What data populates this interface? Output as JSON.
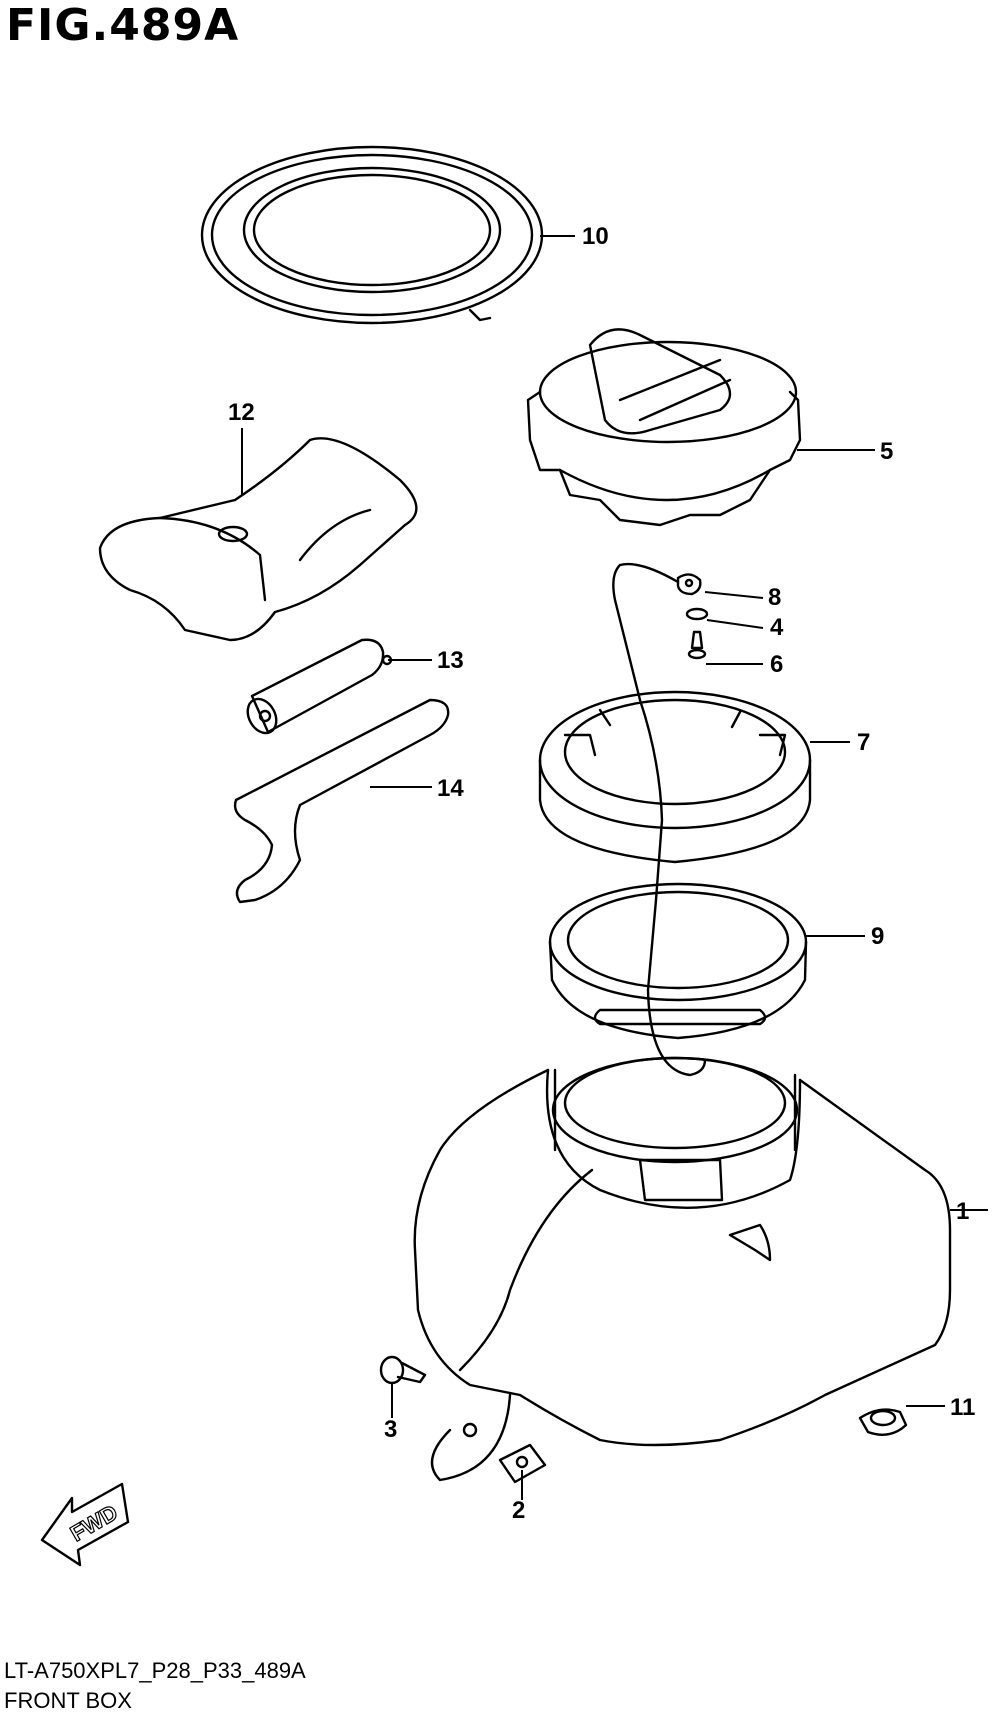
{
  "figure": {
    "title": "FIG.489A",
    "code": "LT-A750XPL7_P28_P33_489A",
    "name": "FRONT BOX"
  },
  "direction_marker": {
    "label": "FWD",
    "icon": "fwd-arrow-icon"
  },
  "callouts": {
    "c1": "1",
    "c2": "2",
    "c3": "3",
    "c4": "4",
    "c5": "5",
    "c6": "6",
    "c7": "7",
    "c8": "8",
    "c9": "9",
    "c10": "10",
    "c11": "11",
    "c12": "12",
    "c13": "13",
    "c14": "14"
  }
}
